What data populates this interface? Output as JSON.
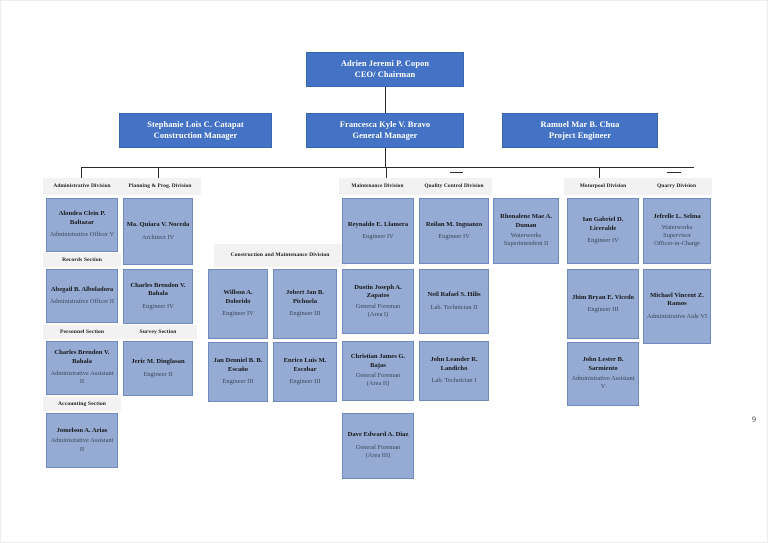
{
  "page": {
    "number": "9"
  },
  "org": {
    "root": {
      "name": "Adrien Jeremi P. Copon",
      "title": "CEO/ Chairman"
    },
    "managers": [
      {
        "name": "Stephanie Lois C. Catapat",
        "title": "Construction Manager"
      },
      {
        "name": "Francesca Kyle V. Bravo",
        "title": "General Manager"
      },
      {
        "name": "Ramuel Mar B. Chua",
        "title": "Project Engineer"
      }
    ],
    "division_labels": [
      "Administrative Division",
      "Planning & Prog. Division",
      "Maintenance Division",
      "Quality Control Division",
      "Motorpool Division",
      "Quarry Division"
    ],
    "construction_division_label": "Construction and Maintenance Division",
    "columns": [
      {
        "id": "administrative",
        "nodes": [
          {
            "name": "Alondra Clein P. Baltazar",
            "title": "Administrative Officer V"
          },
          {
            "name": "Abegail B. Alboladora",
            "title": "Administrative Officer II"
          },
          {
            "name": "Charles Brendon V. Bahala",
            "title": "Administrative Assistant II"
          },
          {
            "name": "Jomelson A. Arias",
            "title": "Administrative Assistant II"
          }
        ],
        "sections": [
          "Records Section",
          "Personnel Section",
          "Accounting Section"
        ]
      },
      {
        "id": "planning",
        "nodes": [
          {
            "name": "Ma. Quiara V. Noceda",
            "title": "Architect IV"
          },
          {
            "name": "Charles Brendon V. Bahala",
            "title": "Engineer IV"
          },
          {
            "name": "Jeric M. Dinglasan",
            "title": "Engineer II"
          }
        ],
        "sections": [
          "Survey Section"
        ]
      },
      {
        "id": "construction-left",
        "nodes": [
          {
            "name": "Willson A. Dolorido",
            "title": "Engineer IV"
          },
          {
            "name": "Jan Denniel B. B. Escaño",
            "title": "Engineer III"
          }
        ],
        "sections": []
      },
      {
        "id": "construction-right",
        "nodes": [
          {
            "name": "Jobert Jan B. Pichuela",
            "title": "Engineer III"
          },
          {
            "name": "Enrico Luis M. Escobar",
            "title": "Engineer III"
          }
        ],
        "sections": []
      },
      {
        "id": "maintenance",
        "nodes": [
          {
            "name": "Reynaldo E. Llamera",
            "title": "Engineer IV"
          },
          {
            "name": "Dustin Joseph A. Zapatos",
            "title": "General Foreman\n(Area I)"
          },
          {
            "name": "Christian James G. Bajas",
            "title": "General Foreman\n(Area II)"
          },
          {
            "name": "Dave Edward A. Diaz",
            "title": "General Foreman\n(Area III)"
          }
        ],
        "sections": []
      },
      {
        "id": "quality-control",
        "nodes": [
          {
            "name": "Roilan M. Inguanzo",
            "title": "Engineer IV"
          },
          {
            "name": "Neil Rafael S. Hilis",
            "title": "Lab. Technician II"
          },
          {
            "name": "John Leander R. Landicho",
            "title": "Lab. Technician I"
          }
        ],
        "sections": []
      },
      {
        "id": "waterworks",
        "nodes": [
          {
            "name": "Rhonalene Mae A. Duman",
            "title": "Waterworks\nSuperintendent II"
          }
        ],
        "sections": []
      },
      {
        "id": "motorpool",
        "nodes": [
          {
            "name": "Ian Gabriel D. Liceralde",
            "title": "Engineer IV"
          },
          {
            "name": "Jhim Bryan E. Vicedo",
            "title": "Engineer III"
          },
          {
            "name": "John Lester B. Sarmiento",
            "title": "Administrative Assistant V"
          }
        ],
        "sections": []
      },
      {
        "id": "quarry",
        "nodes": [
          {
            "name": "Jefrelle L. Selma",
            "title": "Waterworks\nSupervisor\nOfficer-in-Charge"
          },
          {
            "name": "Michael Vincent Z. Ramos",
            "title": "Administrative Aide VI"
          }
        ],
        "sections": []
      }
    ]
  },
  "colors": {
    "exec_fill": "#4472C4",
    "node_fill": "#95ABD4",
    "node_border": "#7089BE",
    "chip_fill": "#F2F2F2",
    "connector": "#2b2b2b"
  }
}
